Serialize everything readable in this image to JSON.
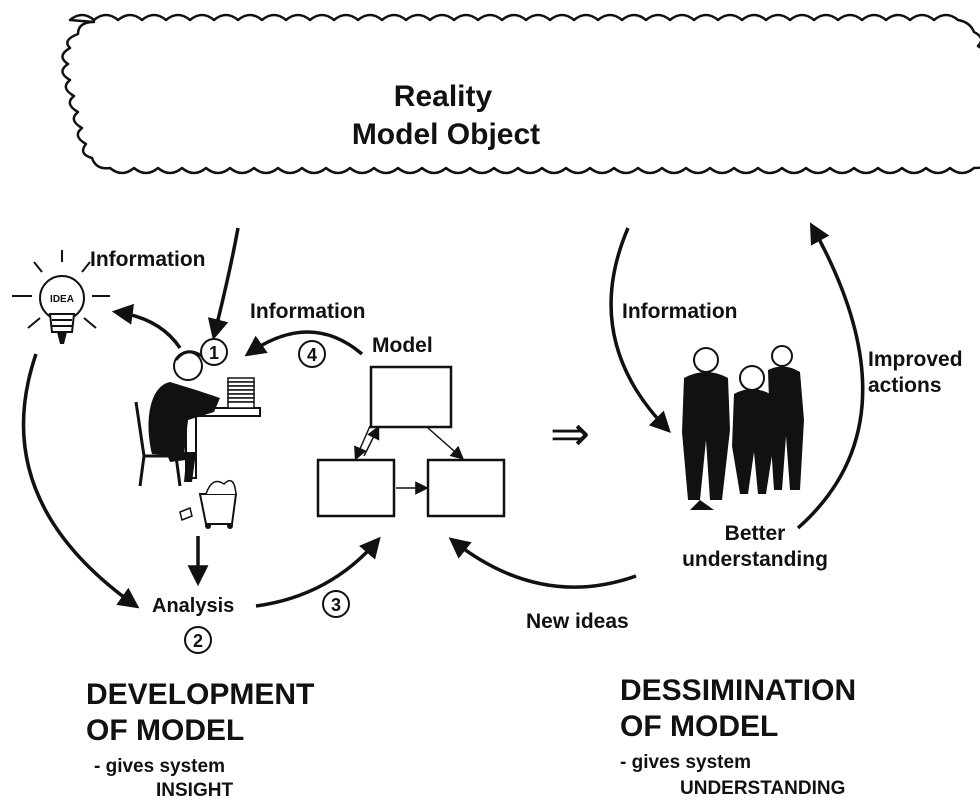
{
  "cloud": {
    "line1": "Reality",
    "line2": "Model Object"
  },
  "labels": {
    "information_left": "Information",
    "information_model": "Information",
    "information_right": "Information",
    "model": "Model",
    "analysis": "Analysis",
    "new_ideas": "New ideas",
    "better_line1": "Better",
    "better_line2": "understanding",
    "improved_line1": "Improved",
    "improved_line2": "actions",
    "idea": "IDEA",
    "implies": "⇒"
  },
  "steps": {
    "one": "1",
    "two": "2",
    "three": "3",
    "four": "4"
  },
  "development": {
    "title_line1": "DEVELOPMENT",
    "title_line2": "OF MODEL",
    "sub_line1": "- gives system",
    "sub_line2": "INSIGHT"
  },
  "dissemination": {
    "title_line1": "DESSIMINATION",
    "title_line2": "OF MODEL",
    "sub_line1": "- gives system",
    "sub_line2": "UNDERSTANDING"
  }
}
